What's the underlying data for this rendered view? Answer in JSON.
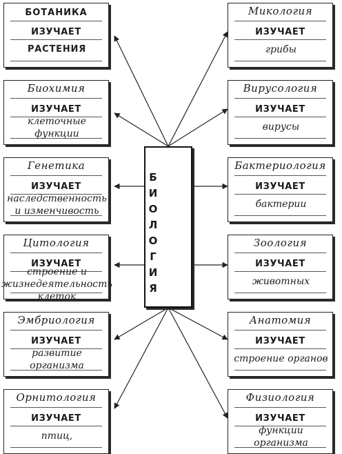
{
  "center_title": "БИОЛОГИЯ",
  "verb": "ИЗУЧАЕТ",
  "left_boxes": [
    {
      "science": "БОТАНИКА",
      "answer": "РАСТЕНИЯ",
      "printed": true
    },
    {
      "science": "Биохимия",
      "answer": "клеточные\nфункции",
      "printed": false
    },
    {
      "science": "Генетика",
      "answer": "наследственность\nи изменчивость",
      "printed": false
    },
    {
      "science": "Цитология",
      "answer": "строение и\nжизнедеятельность\nклеток",
      "printed": false
    },
    {
      "science": "Эмбриология",
      "answer": "развитие\nорганизма",
      "printed": false
    },
    {
      "science": "Орнитология",
      "answer": "птиц,",
      "printed": false
    }
  ],
  "right_boxes": [
    {
      "science": "Микология",
      "answer": "грибы",
      "printed": false
    },
    {
      "science": "Вирусология",
      "answer": "вирусы",
      "printed": false
    },
    {
      "science": "Бактериология",
      "answer": "бактерии",
      "printed": false
    },
    {
      "science": "Зоология",
      "answer": "животных",
      "printed": false
    },
    {
      "science": "Анатомия",
      "answer": "строение органов",
      "printed": false
    },
    {
      "science": "Физиология",
      "answer": "функции\nорганизма",
      "printed": false
    }
  ],
  "colors": {
    "line": "#222222",
    "paper": "#ffffff"
  }
}
